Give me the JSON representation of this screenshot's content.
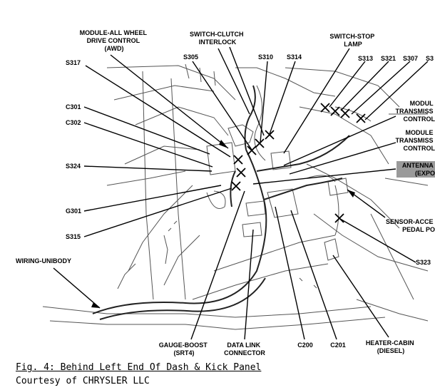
{
  "caption": "Fig. 4: Behind Left End Of Dash & Kick Panel",
  "courtesy": "Courtesy of CHRYSLER LLC",
  "labels": {
    "awd_1": "MODULE-ALL WHEEL",
    "awd_2": "DRIVE CONTROL",
    "awd_3": "(AWD)",
    "clutch_1": "SWITCH-CLUTCH",
    "clutch_2": "INTERLOCK",
    "stop_1": "SWITCH-STOP",
    "stop_2": "LAMP",
    "s317": "S317",
    "s305": "S305",
    "s310": "S310",
    "s314": "S314",
    "s313": "S313",
    "s321": "S321",
    "s307": "S307",
    "s3": "S3",
    "c301": "C301",
    "c302": "C302",
    "s324": "S324",
    "g301": "G301",
    "s315": "S315",
    "s323": "S323",
    "wiring": "WIRING-UNIBODY",
    "tc1_1": "MODUL",
    "tc1_2": "TRANSMISS",
    "tc1_3": "CONTROL",
    "tc2_1": "MODULE",
    "tc2_2": "TRANSMISS",
    "tc2_3": "CONTROL",
    "ant_1": "ANTENNA",
    "ant_2": "(EXPO",
    "pedal_1": "SENSOR-ACCE",
    "pedal_2": "PEDAL PO",
    "gauge_1": "GAUGE-BOOST",
    "gauge_2": "(SRT4)",
    "dlc_1": "DATA LINK",
    "dlc_2": "CONNECTOR",
    "c200": "C200",
    "c201": "C201",
    "heater_1": "HEATER-CABIN",
    "heater_2": "(DIESEL)"
  }
}
